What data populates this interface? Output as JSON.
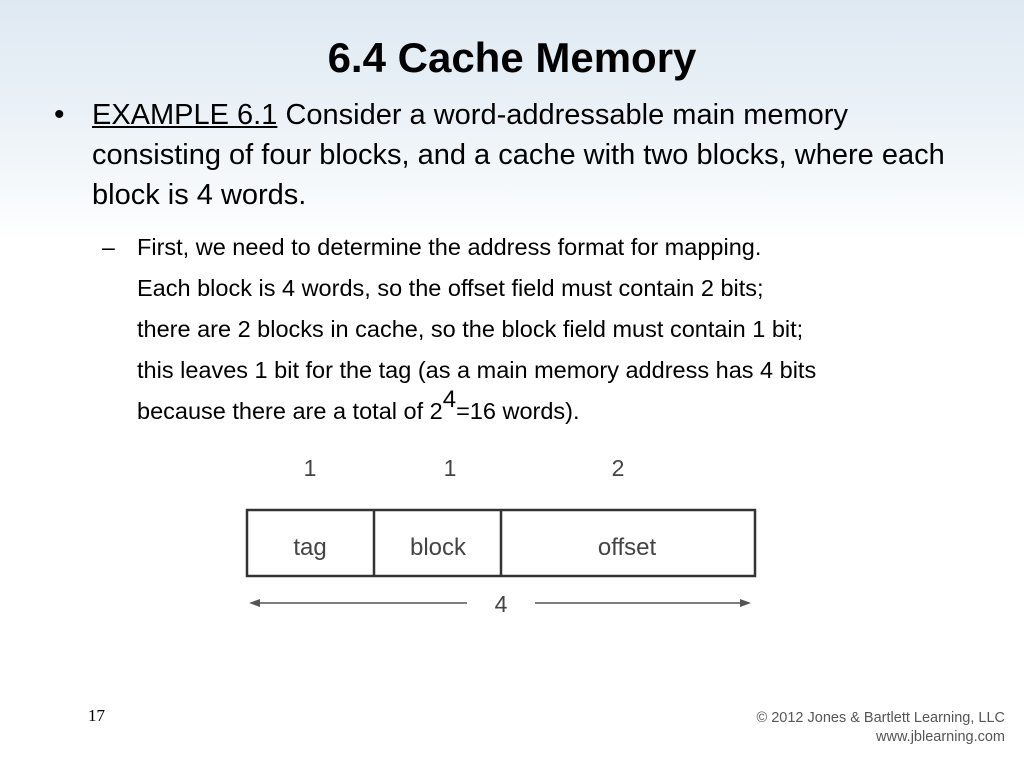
{
  "slide": {
    "title": "6.4 Cache Memory",
    "bullet_symbol": "•",
    "example_label": "EXAMPLE 6.1",
    "example_text": "Consider a word-addressable main memory consisting of four blocks, and a cache with two blocks, where each block is 4 words.",
    "sub_dash": "–",
    "sub_lines": [
      "First, we need to determine the address format for mapping.",
      "Each block is 4 words, so the offset field must contain 2 bits;",
      "there are 2 blocks in cache, so the block field must contain 1 bit;",
      "this leaves 1 bit for the tag (as a main memory address has 4 bits"
    ],
    "last_line_before": "because there are a total of 2",
    "last_line_exponent": "4",
    "last_line_after": "=16 words).",
    "slide_number": "17",
    "copyright_line1": "© 2012 Jones & Bartlett Learning, LLC",
    "copyright_line2": "www.jblearning.com"
  },
  "diagram": {
    "fields": [
      {
        "label": "tag",
        "bits": "1"
      },
      {
        "label": "block",
        "bits": "1"
      },
      {
        "label": "offset",
        "bits": "2"
      }
    ],
    "total_bits": "4"
  }
}
